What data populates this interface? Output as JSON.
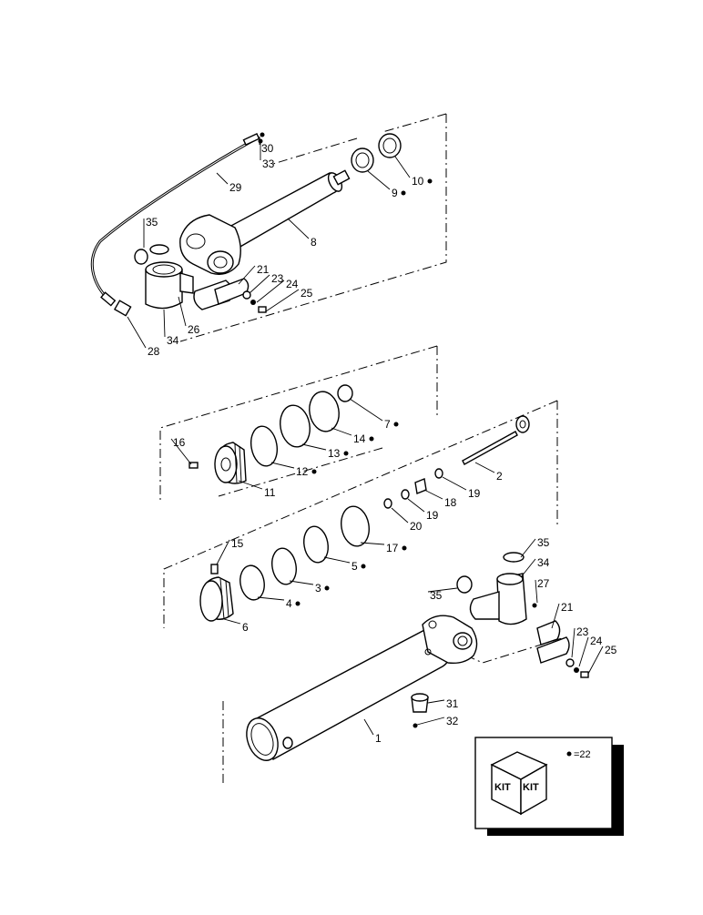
{
  "callouts": [
    {
      "id": "c30",
      "label": "30",
      "dot": false
    },
    {
      "id": "c33",
      "label": "33",
      "dot": false
    },
    {
      "id": "c29",
      "label": "29",
      "dot": false
    },
    {
      "id": "c10",
      "label": "10",
      "dot": true
    },
    {
      "id": "c9",
      "label": "9",
      "dot": true
    },
    {
      "id": "c8",
      "label": "8",
      "dot": false
    },
    {
      "id": "c35a",
      "label": "35",
      "dot": false
    },
    {
      "id": "c21a",
      "label": "21",
      "dot": false
    },
    {
      "id": "c23a",
      "label": "23",
      "dot": false
    },
    {
      "id": "c24a",
      "label": "24",
      "dot": false
    },
    {
      "id": "c25a",
      "label": "25",
      "dot": false
    },
    {
      "id": "c26",
      "label": "26",
      "dot": false
    },
    {
      "id": "c34a",
      "label": "34",
      "dot": false
    },
    {
      "id": "c28",
      "label": "28",
      "dot": false
    },
    {
      "id": "c7",
      "label": "7",
      "dot": true
    },
    {
      "id": "c14",
      "label": "14",
      "dot": true
    },
    {
      "id": "c13",
      "label": "13",
      "dot": true
    },
    {
      "id": "c12",
      "label": "12",
      "dot": true
    },
    {
      "id": "c16",
      "label": "16",
      "dot": false
    },
    {
      "id": "c11",
      "label": "11",
      "dot": false
    },
    {
      "id": "c2",
      "label": "2",
      "dot": false
    },
    {
      "id": "c19a",
      "label": "19",
      "dot": false
    },
    {
      "id": "c18",
      "label": "18",
      "dot": false
    },
    {
      "id": "c19b",
      "label": "19",
      "dot": false
    },
    {
      "id": "c20",
      "label": "20",
      "dot": false
    },
    {
      "id": "c17",
      "label": "17",
      "dot": true
    },
    {
      "id": "c15",
      "label": "15",
      "dot": false
    },
    {
      "id": "c5",
      "label": "5",
      "dot": true
    },
    {
      "id": "c3",
      "label": "3",
      "dot": true
    },
    {
      "id": "c4",
      "label": "4",
      "dot": true
    },
    {
      "id": "c6",
      "label": "6",
      "dot": false
    },
    {
      "id": "c35b",
      "label": "35",
      "dot": false
    },
    {
      "id": "c34b",
      "label": "34",
      "dot": false
    },
    {
      "id": "c27",
      "label": "27",
      "dot": false
    },
    {
      "id": "c35c",
      "label": "35",
      "dot": false
    },
    {
      "id": "c21b",
      "label": "21",
      "dot": false
    },
    {
      "id": "c23b",
      "label": "23",
      "dot": false
    },
    {
      "id": "c24b",
      "label": "24",
      "dot": false
    },
    {
      "id": "c25b",
      "label": "25",
      "dot": false
    },
    {
      "id": "c31",
      "label": "31",
      "dot": false
    },
    {
      "id": "c32",
      "label": "32",
      "dot": false
    },
    {
      "id": "c1",
      "label": "1",
      "dot": false
    }
  ],
  "legend": {
    "kit_left": "KIT",
    "kit_right": "KIT",
    "note": "=22"
  }
}
